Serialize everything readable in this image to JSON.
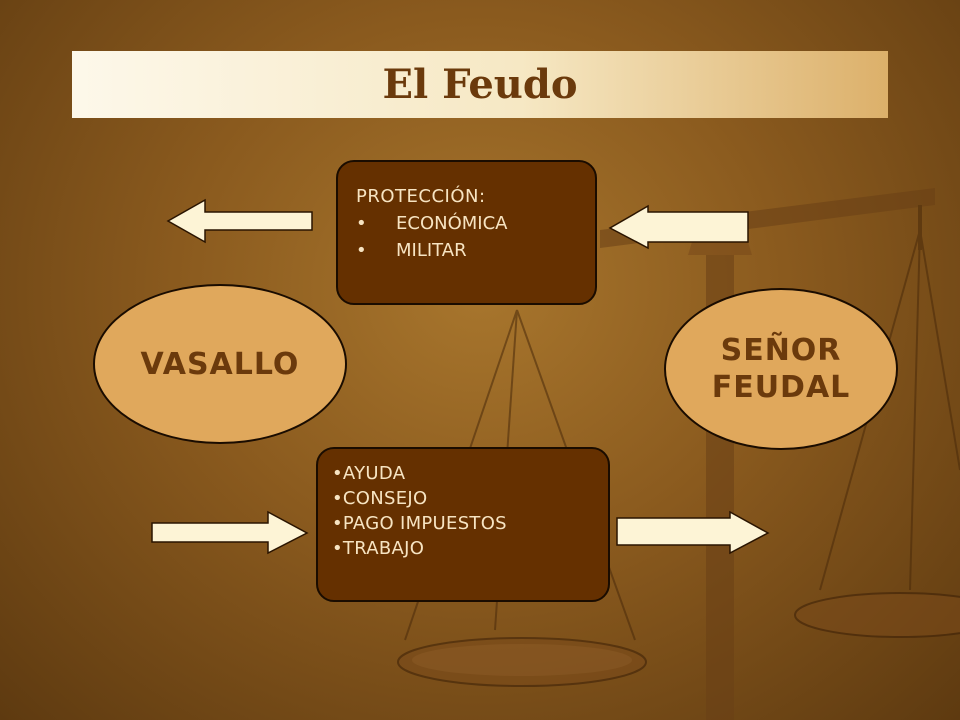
{
  "title": "El Feudo",
  "top_box": {
    "heading": "PROTECCIÓN:",
    "items": [
      "ECONÓMICA",
      "MILITAR"
    ]
  },
  "bottom_box": {
    "items": [
      "•AYUDA",
      "•CONSEJO",
      "•PAGO IMPUESTOS",
      "•TRABAJO"
    ]
  },
  "left_oval": {
    "label": "VASALLO"
  },
  "right_oval": {
    "line1": "SEÑOR",
    "line2": "FEUDAL"
  },
  "colors": {
    "box_fill": "#653000",
    "oval_fill": "#e0a85c",
    "arrow_fill": "#fdf4d6",
    "title_text": "#6b3a0c"
  }
}
